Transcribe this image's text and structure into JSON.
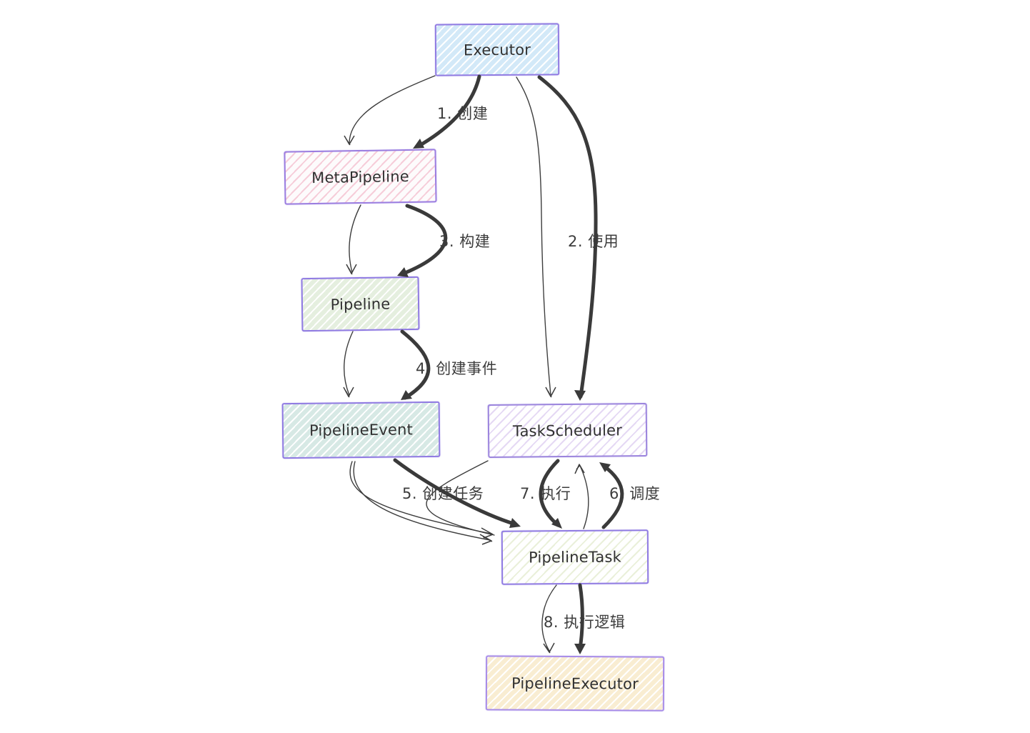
{
  "diagram": {
    "title": "Pipeline execution flow diagram",
    "background_color": "#ffffff",
    "arrow_color": "#3a3a3a",
    "node_border_color": "#8f7ae2",
    "nodes": [
      {
        "id": "executor",
        "label": "Executor",
        "fill": "#d3e9f8",
        "hatch": "#ffffff",
        "border": "#8f7ae2"
      },
      {
        "id": "meta-pipeline",
        "label": "MetaPipeline",
        "fill": "#ffffff",
        "hatch": "#f6cdd9",
        "border": "#9a7ce0"
      },
      {
        "id": "pipeline",
        "label": "Pipeline",
        "fill": "#e5efdf",
        "hatch": "#ffffff",
        "border": "#8f7ae2"
      },
      {
        "id": "pipeline-event",
        "label": "PipelineEvent",
        "fill": "#d7e9e5",
        "hatch": "#ffffff",
        "border": "#8f7ae2"
      },
      {
        "id": "task-scheduler",
        "label": "TaskScheduler",
        "fill": "#ffffff",
        "hatch": "#e5d9f4",
        "border": "#9b84dd"
      },
      {
        "id": "pipeline-task",
        "label": "PipelineTask",
        "fill": "#ffffff",
        "hatch": "#eaf0da",
        "border": "#8f7ae2"
      },
      {
        "id": "pipeline-executor",
        "label": "PipelineExecutor",
        "fill": "#f9edd2",
        "hatch": "#ffffff",
        "border": "#a78be8"
      }
    ],
    "edges": [
      {
        "num": "1",
        "label": "1. 创建",
        "from": "Executor",
        "to": "MetaPipeline"
      },
      {
        "num": "2",
        "label": "2. 使用",
        "from": "Executor",
        "to": "TaskScheduler"
      },
      {
        "num": "3",
        "label": "3. 构建",
        "from": "MetaPipeline",
        "to": "Pipeline"
      },
      {
        "num": "4",
        "label": "4. 创建事件",
        "from": "Pipeline",
        "to": "PipelineEvent"
      },
      {
        "num": "5",
        "label": "5. 创建任务",
        "from": "PipelineEvent",
        "to": "PipelineTask"
      },
      {
        "num": "6",
        "label": "6. 调度",
        "from": "PipelineTask",
        "to": "TaskScheduler"
      },
      {
        "num": "7",
        "label": "7. 执行",
        "from": "TaskScheduler",
        "to": "PipelineTask"
      },
      {
        "num": "8",
        "label": "8. 执行逻辑",
        "from": "PipelineTask",
        "to": "PipelineExecutor"
      }
    ]
  }
}
